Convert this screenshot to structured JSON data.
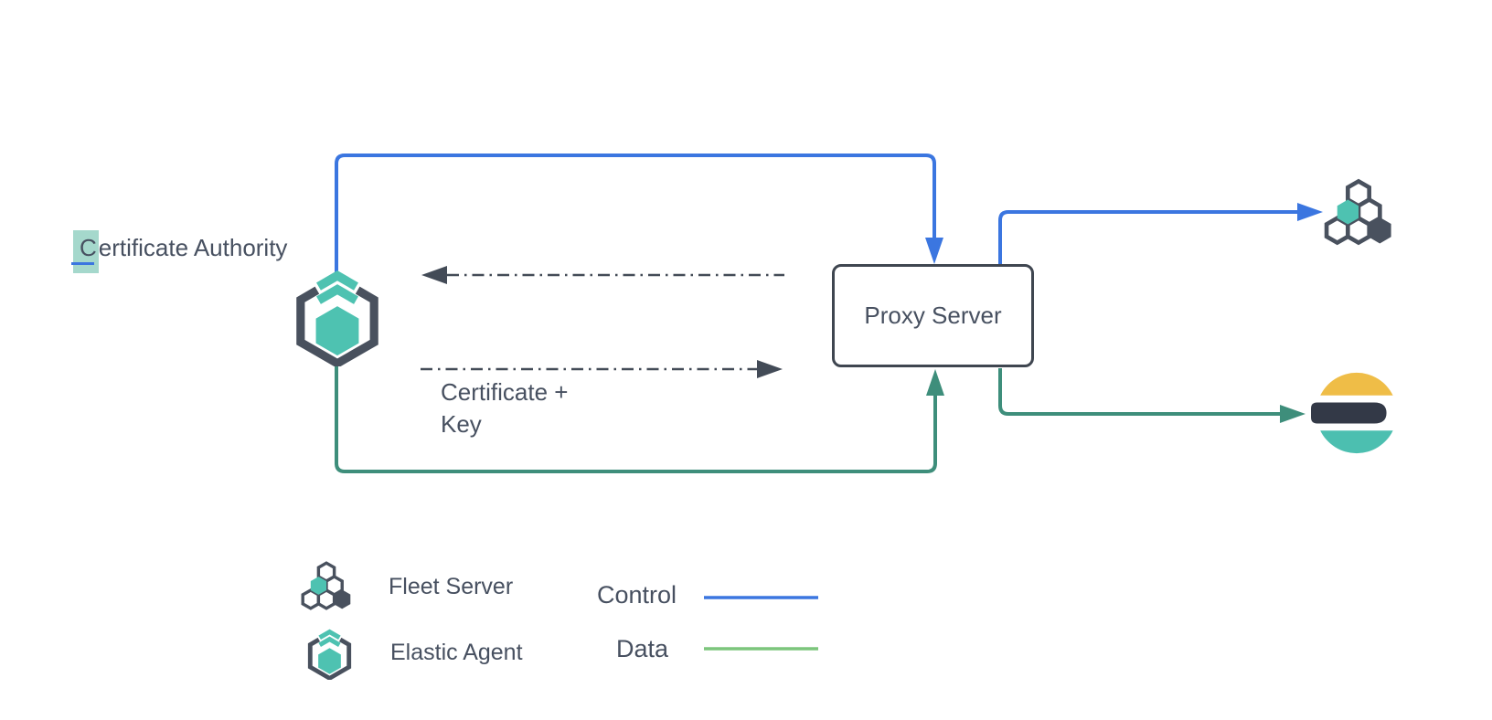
{
  "colors": {
    "control": "#3B76E0",
    "data": "#3E8E7B",
    "data_legend": "#7CC57C",
    "outline": "#49515E",
    "teal": "#4EC2B1",
    "dark_text": "#475060",
    "es_yellow": "#EFBD47",
    "es_dark": "#333947",
    "es_teal": "#4CBFB0",
    "highlight": "#A5D8CC"
  },
  "nodes": {
    "certificate_authority": {
      "first_char": "C",
      "rest": "ertificate Authority"
    },
    "proxy_server": {
      "label": "Proxy Server"
    },
    "fleet_server_icon": "fleet-server",
    "elasticsearch_icon": "elasticsearch",
    "elastic_agent_icon": "elastic-agent"
  },
  "annotations": {
    "certificate_key": "Certificate +\nKey"
  },
  "legend": {
    "fleet_server": "Fleet Server",
    "elastic_agent": "Elastic Agent",
    "control": "Control",
    "data": "Data"
  }
}
